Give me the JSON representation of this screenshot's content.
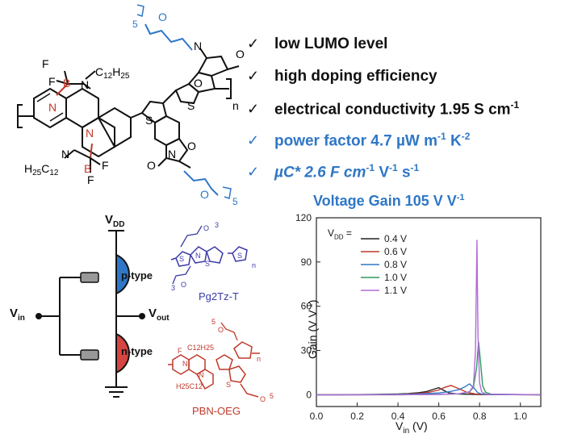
{
  "properties": [
    {
      "text": "low LUMO level",
      "color": "#111111"
    },
    {
      "text": "high doping efficiency",
      "color": "#111111"
    },
    {
      "text": "electrical  conductivity 1.95 S cm",
      "sup": "-1",
      "color": "#111111"
    },
    {
      "text": "power factor 4.7 µW m",
      "sup": "-1",
      "text2": " K",
      "sup2": "-2",
      "color": "#2f77c6"
    },
    {
      "text": "µC* 2.6 F cm",
      "sup": "-1",
      "text2": " V",
      "sup2": "-1",
      "text3": " s",
      "sup3": "-1",
      "color": "#2f77c6"
    }
  ],
  "check_mark": "✓",
  "molecule_top": {
    "labels": [
      "F",
      "F",
      "B",
      "N",
      "C12H25",
      "N",
      "N",
      "N",
      "B",
      "F",
      "F",
      "H25C12",
      "S",
      "S",
      "N",
      "O",
      "O",
      "N",
      "O",
      "O",
      "O",
      "O",
      "5",
      "5",
      "n"
    ]
  },
  "circuit": {
    "vdd": "V",
    "vdd_sub": "DD",
    "vin": "V",
    "vin_sub": "in",
    "vout": "V",
    "vout_sub": "out",
    "p_type": "p-type",
    "n_type": "n-type",
    "p_color": "#2f77c6",
    "n_color": "#d64541"
  },
  "polymer_labels": {
    "pg2tz": "Pg2Tz-T",
    "pbn": "PBN-OEG",
    "pg2tz_color": "#3b3ba8",
    "pbn_color": "#c0392b"
  },
  "chart_title": "Voltage Gain 105 V V",
  "chart_title_sup": "-1",
  "chart_data": {
    "type": "line",
    "xlabel": "V",
    "xlabel_sub": "in",
    "xlabel_unit": " (V)",
    "ylabel": "Gain (V V",
    "ylabel_sup": "-1",
    "ylabel_end": ")",
    "xlim": [
      0,
      1.1
    ],
    "ylim": [
      -8,
      120
    ],
    "xticks": [
      0.0,
      0.2,
      0.4,
      0.6,
      0.8,
      1.0
    ],
    "xtick_labels": [
      "0.0",
      "0.2",
      "0.4",
      "0.6",
      "0.8",
      "1.0"
    ],
    "yticks": [
      0,
      30,
      60,
      90,
      120
    ],
    "ytick_labels": [
      "0",
      "30",
      "60",
      "90",
      "120"
    ],
    "legend_title": "V",
    "legend_title_sub": "DD",
    "legend_title_end": " =",
    "series": [
      {
        "name": "0.4 V",
        "color": "#222222",
        "x": [
          0.0,
          0.1,
          0.2,
          0.3,
          0.4,
          0.45,
          0.5,
          0.54,
          0.57,
          0.6,
          0.62,
          0.65,
          0.7,
          0.8,
          1.1
        ],
        "y": [
          0,
          0,
          0.1,
          0.2,
          0.5,
          0.8,
          1.3,
          2.2,
          3.5,
          4.8,
          3.2,
          1.2,
          0.4,
          0.1,
          0
        ]
      },
      {
        "name": "0.6 V",
        "color": "#c0392b",
        "x": [
          0.0,
          0.2,
          0.4,
          0.5,
          0.55,
          0.6,
          0.63,
          0.66,
          0.7,
          0.74,
          0.78,
          0.82,
          1.1
        ],
        "y": [
          0,
          0,
          0.2,
          0.8,
          1.6,
          3.2,
          5.0,
          6.3,
          4.0,
          1.5,
          0.5,
          0.1,
          0
        ]
      },
      {
        "name": "0.8 V",
        "color": "#2f77c6",
        "x": [
          0.0,
          0.2,
          0.4,
          0.5,
          0.6,
          0.65,
          0.7,
          0.73,
          0.75,
          0.77,
          0.79,
          0.81,
          0.85,
          1.1
        ],
        "y": [
          0,
          0,
          0.2,
          0.5,
          1.2,
          2.0,
          3.5,
          5.5,
          7.3,
          5.0,
          1.5,
          0.4,
          0.1,
          0
        ]
      },
      {
        "name": "1.0 V",
        "color": "#2e9c5f",
        "x": [
          0.0,
          0.4,
          0.6,
          0.7,
          0.75,
          0.77,
          0.785,
          0.795,
          0.805,
          0.815,
          0.83,
          0.86,
          1.1
        ],
        "y": [
          0,
          0,
          0.2,
          0.6,
          1.8,
          5.0,
          18,
          36,
          22,
          6,
          1.5,
          0.3,
          0
        ]
      },
      {
        "name": "1.1 V",
        "color": "#b46bd6",
        "x": [
          0.0,
          0.4,
          0.6,
          0.7,
          0.75,
          0.77,
          0.78,
          0.787,
          0.792,
          0.8,
          0.81,
          0.83,
          1.1
        ],
        "y": [
          0,
          0,
          0.2,
          0.7,
          2.0,
          6.0,
          30,
          105,
          40,
          8,
          2.0,
          0.4,
          0
        ]
      }
    ]
  }
}
